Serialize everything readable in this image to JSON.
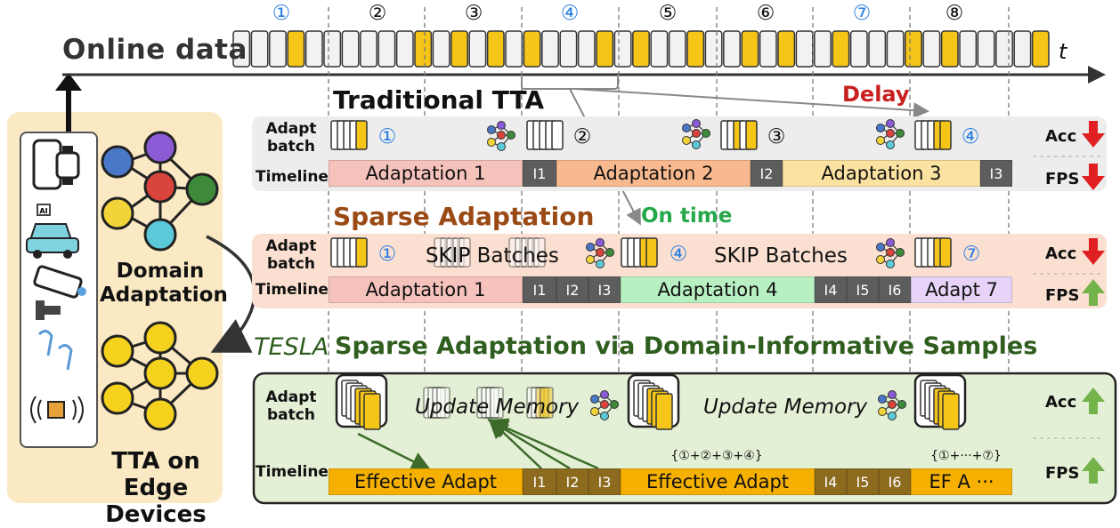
{
  "online_data": {
    "label": "Online data",
    "time_label": "t",
    "batches": [
      "①",
      "②",
      "③",
      "④",
      "⑤",
      "⑥",
      "⑦",
      "⑧"
    ],
    "highlighted_batches": [
      "①",
      "④",
      "⑦"
    ],
    "accent_color": "#2a7de1",
    "highlight_color": "#f5c518"
  },
  "edge_devices": {
    "title_line1": "TTA on",
    "title_line2": "Edge Devices",
    "domain_line1": "Domain",
    "domain_line2": "Adaptation",
    "icons": [
      "smartphone-watch-icon",
      "autonomous-car-icon",
      "cctv-camera-icon",
      "earbuds-icon",
      "iot-chip-icon"
    ]
  },
  "traditional": {
    "title": "Traditional TTA",
    "delay_label": "Delay",
    "adapt_label": "Adapt batch",
    "timeline_label": "Timeline",
    "batch_nums": [
      "①",
      "②",
      "③",
      "④"
    ],
    "bars": [
      {
        "label": "Adaptation 1",
        "color": "#f6c2bc"
      },
      {
        "label": "I1",
        "color": "#5d5d5d"
      },
      {
        "label": "Adaptation 2",
        "color": "#f9b98e"
      },
      {
        "label": "I2",
        "color": "#5d5d5d"
      },
      {
        "label": "Adaptation 3",
        "color": "#fbe2a0"
      },
      {
        "label": "I3",
        "color": "#5d5d5d"
      }
    ],
    "acc": "Acc",
    "fps": "FPS",
    "acc_trend": "down",
    "fps_trend": "down"
  },
  "sparse": {
    "title": "Sparse Adaptation",
    "ontime_label": "On time",
    "adapt_label": "Adapt batch",
    "timeline_label": "Timeline",
    "batch_nums": [
      "①",
      "④",
      "⑦"
    ],
    "skip1": "SKIP Batches",
    "skip2": "SKIP Batches",
    "bars": [
      {
        "label": "Adaptation 1",
        "color": "#f6c2bc"
      },
      {
        "label": "I1"
      },
      {
        "label": "I2"
      },
      {
        "label": "I3"
      },
      {
        "label": "Adaptation 4",
        "color": "#b8f0c2"
      },
      {
        "label": "I4"
      },
      {
        "label": "I5"
      },
      {
        "label": "I6"
      },
      {
        "label": "Adapt 7",
        "color": "#e6d3f7"
      }
    ],
    "acc": "Acc",
    "fps": "FPS",
    "acc_trend": "down",
    "fps_trend": "up"
  },
  "tesla": {
    "prefix": "TESLA",
    "title": "Sparse Adaptation via Domain-Informative Samples",
    "adapt_label": "Adapt batch",
    "timeline_label": "Timeline",
    "update1": "Update Memory",
    "update2": "Update Memory",
    "sum1": "{①+②+③+④}",
    "sum2": "{①+···+⑦}",
    "bars": [
      {
        "label": "Effective Adapt",
        "color": "#f5b000"
      },
      {
        "label": "I1"
      },
      {
        "label": "I2"
      },
      {
        "label": "I3"
      },
      {
        "label": "Effective Adapt",
        "color": "#f5b000"
      },
      {
        "label": "I4"
      },
      {
        "label": "I5"
      },
      {
        "label": "I6"
      },
      {
        "label": "EF A ···",
        "color": "#f5b000"
      }
    ],
    "acc": "Acc",
    "fps": "FPS",
    "acc_trend": "up",
    "fps_trend": "up"
  },
  "colors": {
    "down_arrow": "#e02020",
    "up_arrow": "#74b24a",
    "trad_bg": "#ededed",
    "sparse_bg": "#fbe0d2",
    "tesla_bg": "#e4f0d6",
    "delay": "#c81e1e",
    "ontime": "#27a84a",
    "sparse_title": "#9a4a14",
    "tesla_title": "#2f5e1e"
  }
}
